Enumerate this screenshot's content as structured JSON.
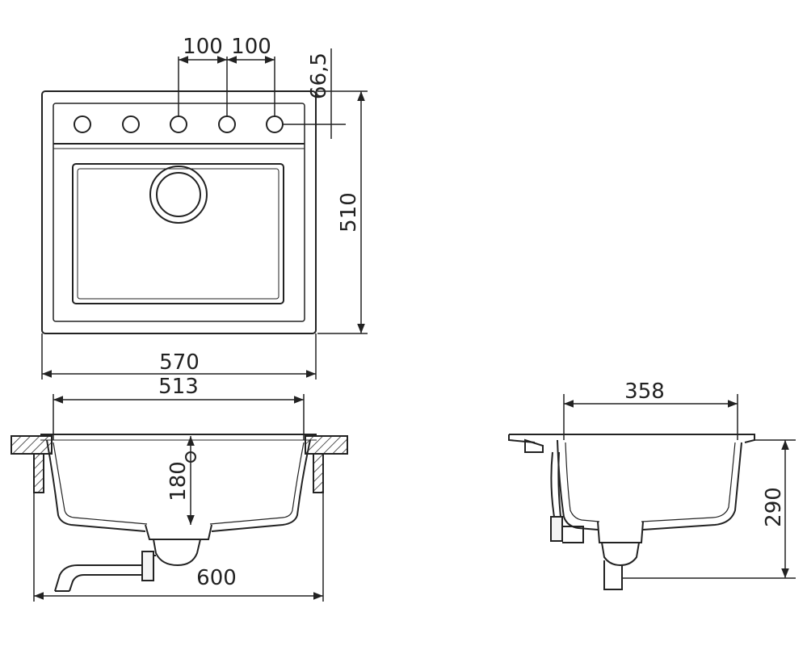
{
  "dimensions": {
    "hole_spacing_left": "100",
    "hole_spacing_right": "100",
    "hole_offset": "66,5",
    "top_depth": "510",
    "top_width": "570",
    "bowl_width": "513",
    "drain_height": "180",
    "cabinet_width": "600",
    "bowl_inner_width": "358",
    "overall_depth": "290"
  },
  "colors": {
    "line": "#222222",
    "hatch": "#555555",
    "fill_light": "#f4f4f4"
  }
}
